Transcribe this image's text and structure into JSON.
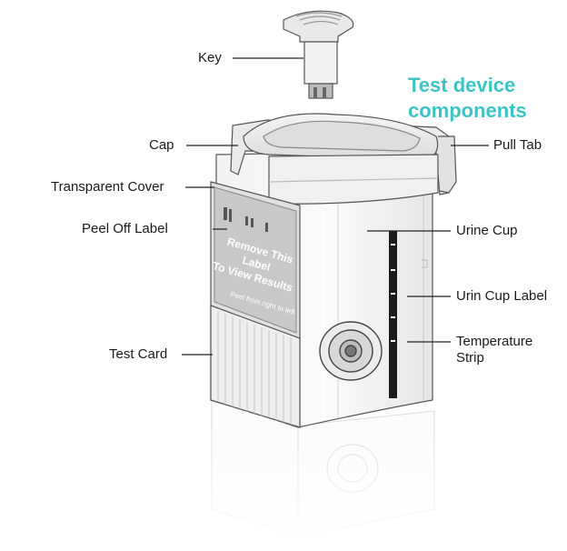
{
  "title": {
    "line1": "Test device",
    "line2": "components"
  },
  "labels": {
    "key": "Key",
    "cap": "Cap",
    "transparent_cover": "Transparent Cover",
    "peel_off_label": "Peel Off Label",
    "test_card": "Test Card",
    "pull_tab": "Pull Tab",
    "urine_cup": "Urine Cup",
    "urin_cup_label": "Urin Cup Label",
    "temperature_strip_1": "Temperature",
    "temperature_strip_2": "Strip"
  },
  "card_text": {
    "line1": "Remove This Label",
    "line2": "To View Results",
    "small": "Peel from right to left"
  },
  "colors": {
    "title": "#3cc4c4",
    "outline": "#555555",
    "label_gray": "#c8c8c8"
  }
}
